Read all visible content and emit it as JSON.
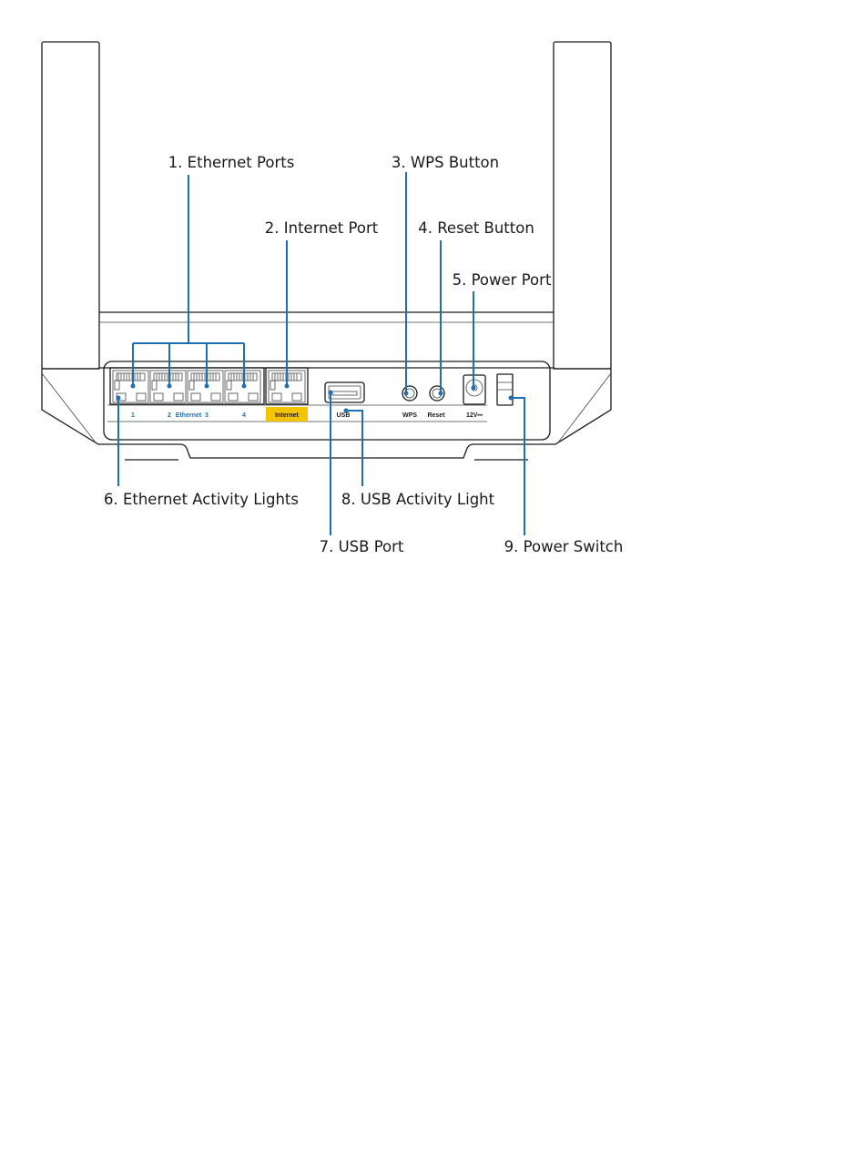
{
  "callouts": {
    "c1": "1. Ethernet Ports",
    "c2": "2. Internet Port",
    "c3": "3. WPS Button",
    "c4": "4. Reset Button",
    "c5": "5. Power Port",
    "c6": "6. Ethernet Activity Lights",
    "c7": "7. USB Port",
    "c8": "8. USB Activity Light",
    "c9": "9. Power Switch"
  },
  "panel_labels": {
    "port1": "1",
    "port2": "2",
    "ethernet": "Ethernet",
    "port3": "3",
    "port4": "4",
    "internet": "Internet",
    "usb": "USB",
    "wps": "WPS",
    "reset": "Reset",
    "power": "12V⎓"
  },
  "colors": {
    "leader": "#1f6fb5",
    "internet_badge": "#f5c400"
  }
}
